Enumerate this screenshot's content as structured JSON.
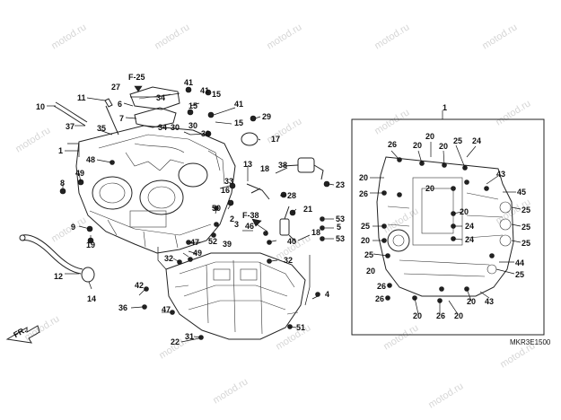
{
  "diagram": {
    "drawing_code": "MKR3E1500",
    "watermark": "motod.ru",
    "direction_label": "FR.",
    "references": [
      "F-25",
      "F-38"
    ],
    "callouts_left": [
      "1",
      "2",
      "3",
      "4",
      "5",
      "6",
      "7",
      "8",
      "9",
      "10",
      "11",
      "12",
      "13",
      "14",
      "15",
      "16",
      "17",
      "18",
      "19",
      "20",
      "21",
      "22",
      "23",
      "24",
      "25",
      "26",
      "27",
      "28",
      "29",
      "30",
      "31",
      "32",
      "33",
      "34",
      "35",
      "36",
      "37",
      "38",
      "39",
      "40",
      "41",
      "42",
      "43",
      "44",
      "45",
      "46",
      "47",
      "48",
      "49",
      "50",
      "51",
      "52",
      "53"
    ],
    "inset_callouts": [
      "1",
      "20",
      "24",
      "25",
      "26",
      "43",
      "44",
      "45"
    ]
  }
}
